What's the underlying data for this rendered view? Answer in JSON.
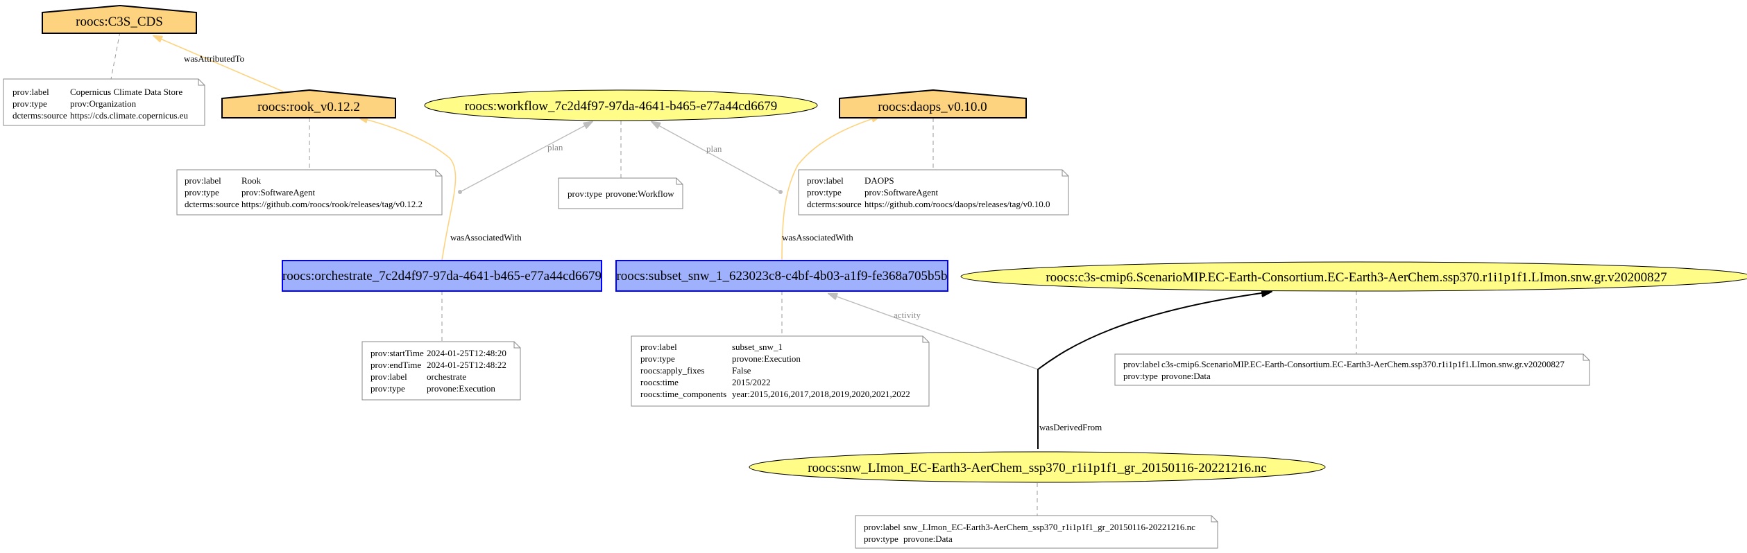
{
  "nodes": {
    "c3s_cds": {
      "label": "roocs:C3S_CDS"
    },
    "rook": {
      "label": "roocs:rook_v0.12.2"
    },
    "workflow": {
      "label": "roocs:workflow_7c2d4f97-97da-4641-b465-e77a44cd6679"
    },
    "daops": {
      "label": "roocs:daops_v0.10.0"
    },
    "orchestrate": {
      "label": "roocs:orchestrate_7c2d4f97-97da-4641-b465-e77a44cd6679"
    },
    "subset": {
      "label": "roocs:subset_snw_1_623023c8-c4bf-4b03-a1f9-fe368a705b5b"
    },
    "dataset": {
      "label": "roocs:c3s-cmip6.ScenarioMIP.EC-Earth-Consortium.EC-Earth3-AerChem.ssp370.r1i1p1f1.LImon.snw.gr.v20200827"
    },
    "file": {
      "label": "roocs:snw_LImon_EC-Earth3-AerChem_ssp370_r1i1p1f1_gr_20150116-20221216.nc"
    }
  },
  "notes": {
    "c3s_cds": [
      {
        "key": "prov:label",
        "value": "Copernicus Climate Data Store"
      },
      {
        "key": "prov:type",
        "value": "prov:Organization"
      },
      {
        "key": "dcterms:source",
        "value": "https://cds.climate.copernicus.eu"
      }
    ],
    "rook": [
      {
        "key": "prov:label",
        "value": "Rook"
      },
      {
        "key": "prov:type",
        "value": "prov:SoftwareAgent"
      },
      {
        "key": "dcterms:source",
        "value": "https://github.com/roocs/rook/releases/tag/v0.12.2"
      }
    ],
    "workflow": [
      {
        "key": "prov:type",
        "value": "provone:Workflow"
      }
    ],
    "daops": [
      {
        "key": "prov:label",
        "value": "DAOPS"
      },
      {
        "key": "prov:type",
        "value": "prov:SoftwareAgent"
      },
      {
        "key": "dcterms:source",
        "value": "https://github.com/roocs/daops/releases/tag/v0.10.0"
      }
    ],
    "orchestrate": [
      {
        "key": "prov:startTime",
        "value": "2024-01-25T12:48:20"
      },
      {
        "key": "prov:endTime",
        "value": "2024-01-25T12:48:22"
      },
      {
        "key": "prov:label",
        "value": "orchestrate"
      },
      {
        "key": "prov:type",
        "value": "provone:Execution"
      }
    ],
    "subset": [
      {
        "key": "prov:label",
        "value": "subset_snw_1"
      },
      {
        "key": "prov:type",
        "value": "provone:Execution"
      },
      {
        "key": "roocs:apply_fixes",
        "value": "False"
      },
      {
        "key": "roocs:time",
        "value": "2015/2022"
      },
      {
        "key": "roocs:time_components",
        "value": "year:2015,2016,2017,2018,2019,2020,2021,2022"
      }
    ],
    "dataset": [
      {
        "key": "prov:label",
        "value": "c3s-cmip6.ScenarioMIP.EC-Earth-Consortium.EC-Earth3-AerChem.ssp370.r1i1p1f1.LImon.snw.gr.v20200827"
      },
      {
        "key": "prov:type",
        "value": "provone:Data"
      }
    ],
    "file": [
      {
        "key": "prov:label",
        "value": "snw_LImon_EC-Earth3-AerChem_ssp370_r1i1p1f1_gr_20150116-20221216.nc"
      },
      {
        "key": "prov:type",
        "value": "provone:Data"
      }
    ]
  },
  "edges": {
    "attributed": "wasAttributedTo",
    "plan_left": "plan",
    "plan_right": "plan",
    "assoc_left": "wasAssociatedWith",
    "assoc_right": "wasAssociatedWith",
    "activity": "activity",
    "derived": "wasDerivedFrom"
  },
  "colors": {
    "agent_fill": "#fed37f",
    "activity_fill": "#9fb1fc",
    "activity_stroke": "#0000ff",
    "entity_fill": "#fffc87",
    "assoc_edge": "#fed37f",
    "plan_edge": "#bbbbbb",
    "note_stroke": "#808080"
  }
}
